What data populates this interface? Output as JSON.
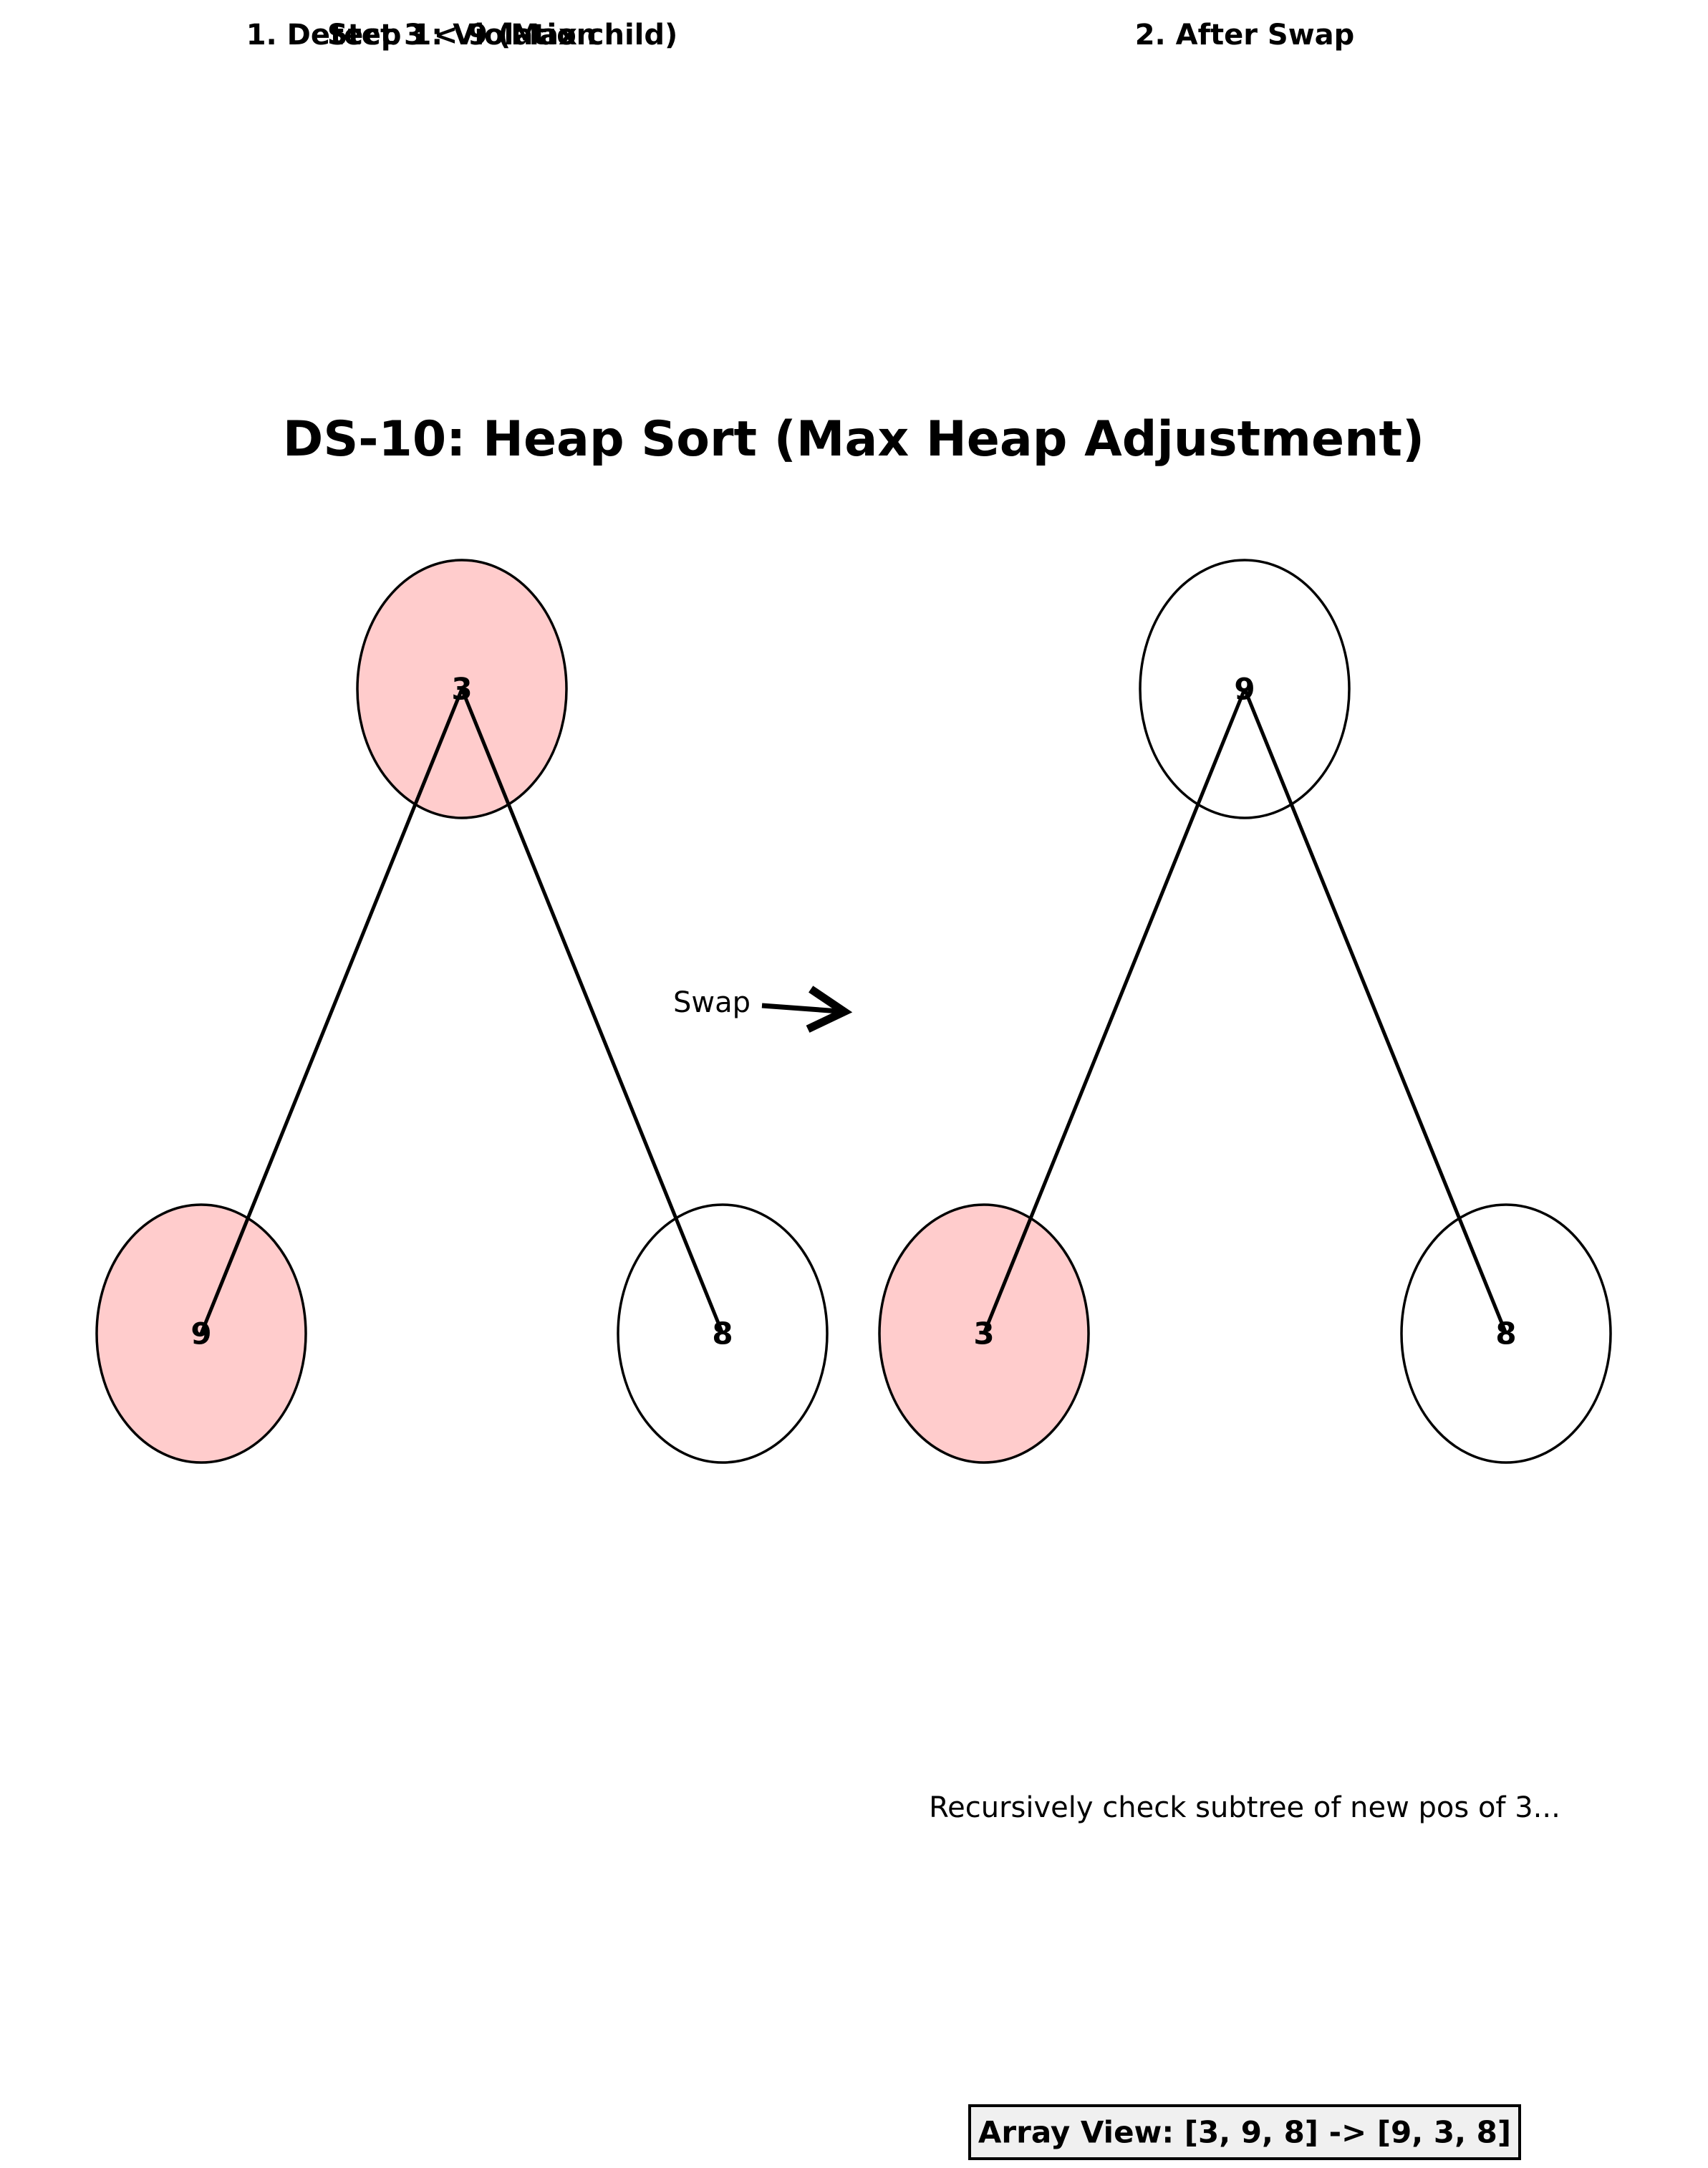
{
  "title": "DS-10: Heap Sort (Max Heap Adjustment)",
  "panels": [
    {
      "titles": [
        "1. Detect 3 < 9 (Max child)",
        "Step 1: Violation"
      ],
      "nodes": [
        {
          "value": "3",
          "highlighted": true
        },
        {
          "value": "9",
          "highlighted": true
        },
        {
          "value": "8",
          "highlighted": false
        }
      ]
    },
    {
      "titles": [
        "2. After Swap"
      ],
      "nodes": [
        {
          "value": "9",
          "highlighted": false
        },
        {
          "value": "3",
          "highlighted": true
        },
        {
          "value": "8",
          "highlighted": false
        }
      ],
      "note": "Recursively check subtree of new pos of 3..."
    }
  ],
  "swap_label": "Swap",
  "array_view": "Array View: [3, 9, 8] -> [9, 3, 8]",
  "colors": {
    "highlight_fill": "#ffcccc",
    "default_fill": "#ffffff",
    "stroke": "#000000",
    "array_box_fill": "#f0f0f0"
  }
}
